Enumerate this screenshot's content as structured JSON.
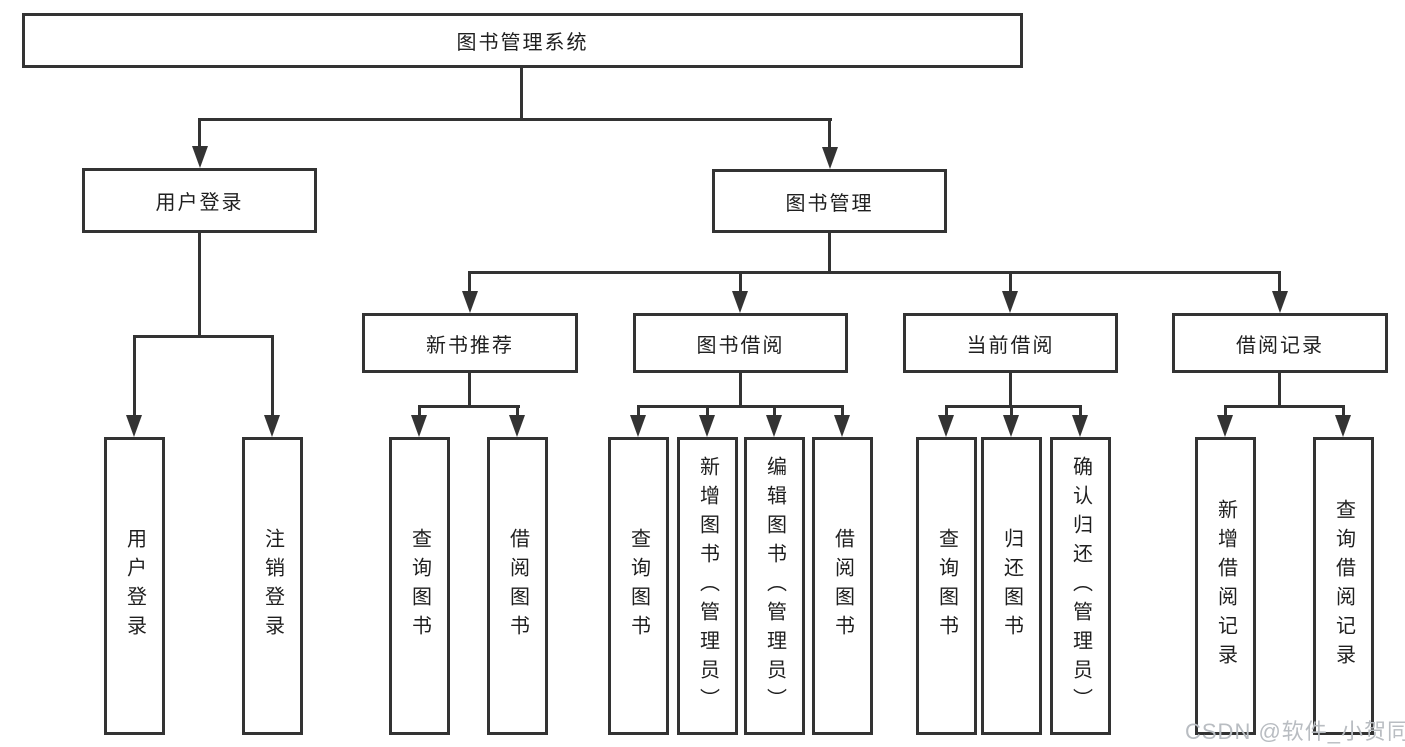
{
  "tree": {
    "label": "图书管理系统",
    "children": [
      {
        "label": "用户登录",
        "children": [
          {
            "label": "用户登录"
          },
          {
            "label": "注销登录"
          }
        ]
      },
      {
        "label": "图书管理",
        "children": [
          {
            "label": "新书推荐",
            "children": [
              {
                "label": "查询图书"
              },
              {
                "label": "借阅图书"
              }
            ]
          },
          {
            "label": "图书借阅",
            "children": [
              {
                "label": "查询图书"
              },
              {
                "label": "新增图书（管理员）"
              },
              {
                "label": "编辑图书（管理员）"
              },
              {
                "label": "借阅图书"
              }
            ]
          },
          {
            "label": "当前借阅",
            "children": [
              {
                "label": "查询图书"
              },
              {
                "label": "归还图书"
              },
              {
                "label": "确认归还（管理员）"
              }
            ]
          },
          {
            "label": "借阅记录",
            "children": [
              {
                "label": "新增借阅记录"
              },
              {
                "label": "查询借阅记录"
              }
            ]
          }
        ]
      }
    ]
  },
  "watermark": {
    "text": "CSDN @软件_小贺同学"
  },
  "colors": {
    "line": "#333333",
    "text": "#1f1f1f",
    "bg": "#ffffff",
    "watermark": "#b9bdc2"
  }
}
